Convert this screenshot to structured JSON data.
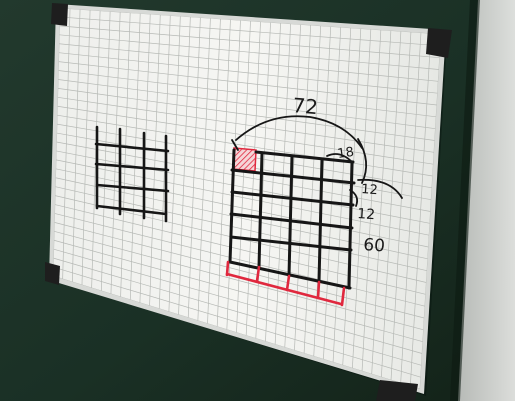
{
  "photo": {
    "subject": "whiteboard",
    "colors": {
      "chalkboard": "#1f3a2c",
      "board_surface": "#f3f3ef",
      "grid_line": "#b9bcb8",
      "marker_black": "#161616",
      "marker_red": "#e0283e",
      "corner_cap": "#1e1e1e",
      "frame": "#d9dcd9"
    }
  },
  "annotations": {
    "total": "72",
    "top_row": "18",
    "row_a": "12",
    "row_b": "12",
    "sum": "60"
  }
}
